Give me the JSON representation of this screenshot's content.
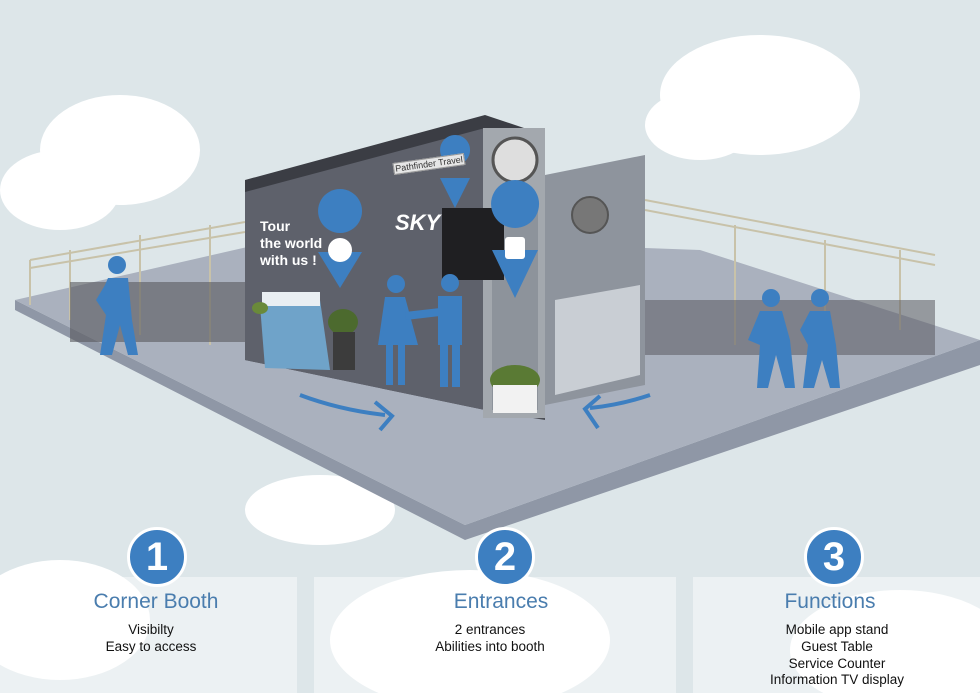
{
  "booth": {
    "tagline_1": "Tour",
    "tagline_2": "the world",
    "tagline_3": "with us !",
    "brand": "SKY",
    "sign": "Pathfinder Travel"
  },
  "features": [
    {
      "number": "1",
      "title": "Corner Booth",
      "lines": [
        "Visibilty",
        "Easy to access"
      ]
    },
    {
      "number": "2",
      "title": "Entrances",
      "lines": [
        "2 entrances",
        "Abilities into booth"
      ]
    },
    {
      "number": "3",
      "title": "Functions",
      "lines": [
        "Mobile app stand",
        "Guest Table",
        "Service Counter",
        "Information TV display"
      ]
    }
  ],
  "colors": {
    "accent": "#3d7fc1",
    "title_text": "#4a7dae",
    "floor": "#a9b0bd",
    "background": "#dde6e9"
  }
}
